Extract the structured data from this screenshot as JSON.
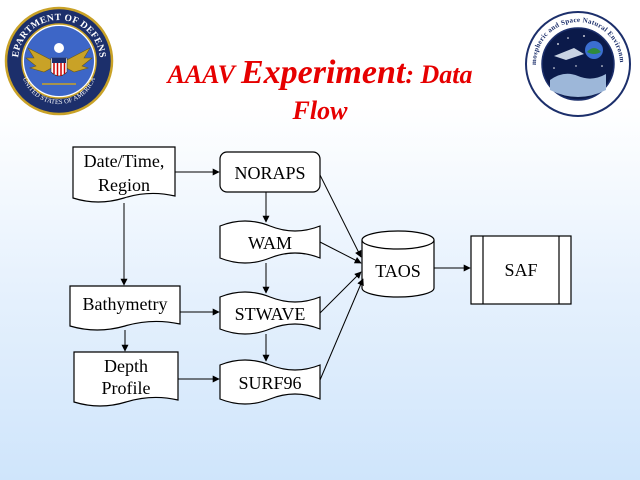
{
  "title": {
    "part1": "AAAV ",
    "part2": "Experiment",
    "part3": ": Data",
    "line2": "Flow"
  },
  "seals": {
    "left": {
      "ring_text": "DEPARTMENT OF DEFENSE",
      "bottom_text": "UNITED STATES OF AMERICA"
    },
    "right": {
      "ring_text": "Atmospheric and Space Natural Environment"
    }
  },
  "diagram": {
    "date_time_line1": "Date/Time,",
    "date_time_line2": "Region",
    "bathymetry": "Bathymetry",
    "depth_profile_line1": "Depth",
    "depth_profile_line2": "Profile",
    "noraps": "NORAPS",
    "wam": "WAM",
    "stwave": "STWAVE",
    "surf96": "SURF96",
    "taos": "TAOS",
    "saf": "SAF"
  },
  "colors": {
    "title": "#e60000",
    "seal_navy": "#1c2f6b",
    "seal_gold": "#c9a227",
    "space_blue": "#0b1a4a"
  }
}
